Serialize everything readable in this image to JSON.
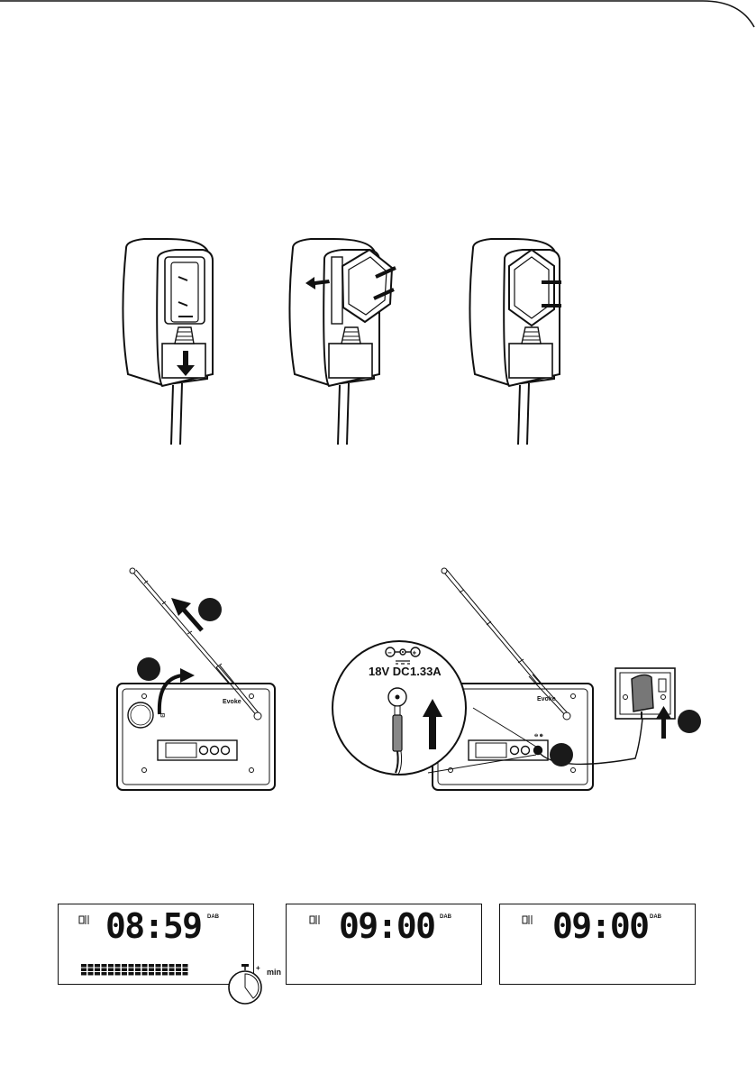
{
  "adapter_steps": [
    {
      "state": "plug-removed"
    },
    {
      "state": "plug-inserting"
    },
    {
      "state": "plug-fitted"
    }
  ],
  "radio": {
    "brand": "Evoke",
    "power_label": "18V DC",
    "current_label": "1.33A"
  },
  "displays": [
    {
      "time": "08:59",
      "band": "DAB",
      "show_progress": true
    },
    {
      "time": "09:00",
      "band": "DAB",
      "show_progress": false
    },
    {
      "time": "09:00",
      "band": "DAB",
      "show_progress": false
    }
  ],
  "timer": {
    "unit": "min",
    "sign": "+"
  },
  "colors": {
    "ink": "#111111",
    "circle_badge": "#1a1a1a",
    "adapter_fill": "#777777"
  }
}
